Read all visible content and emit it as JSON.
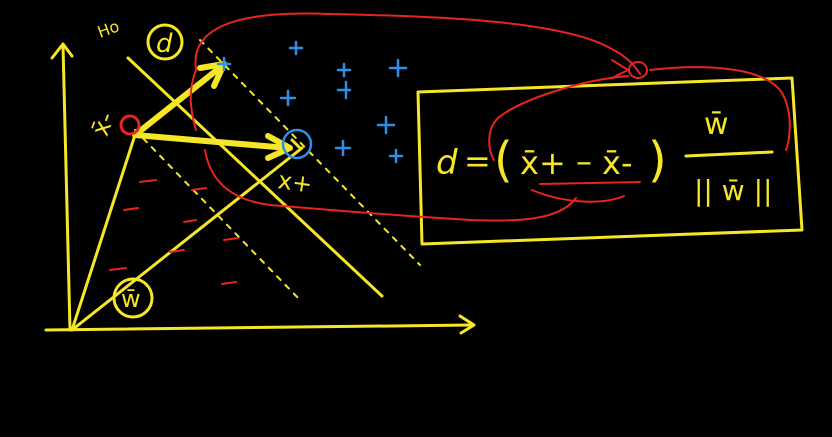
{
  "labels": {
    "hyperplane": "Ho",
    "distance": "d",
    "x_minus": "x̄-",
    "x_plus": "x+",
    "w_vector": "w̄"
  },
  "formula": {
    "lhs": "d",
    "equals": "=",
    "open_paren": "(",
    "term1": "x̄+",
    "minus": "–",
    "term2": "x̄-",
    "close_paren": ")",
    "numerator": "w̄",
    "denominator": "|| w̄ ||"
  },
  "colors": {
    "background": "#000000",
    "yellow": "#f5e628",
    "red": "#e8241e",
    "blue": "#2f8fe6"
  },
  "classes": {
    "positive_symbol": "+",
    "negative_symbol": "–"
  }
}
